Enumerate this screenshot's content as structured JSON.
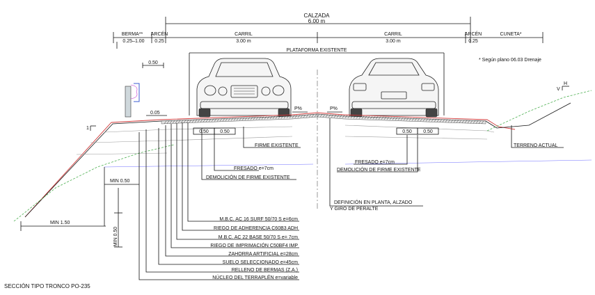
{
  "header": {
    "calzada": "CALZADA",
    "calzada_width": "6.00 m",
    "berma": "BERMA**",
    "berma_width": "0.25–1.00",
    "arcen_left": "ARCÉN",
    "arcen_left_width": "0.25",
    "carril_left": "CARRIL",
    "carril_left_width": "3.00 m",
    "carril_right": "CARRIL",
    "carril_right_width": "3.00 m",
    "arcen_right": "ARCÉN",
    "arcen_right_width": "0.25",
    "cuneta": "CUNETA*"
  },
  "plataforma": "PLATAFORMA EXISTENTE",
  "note": "* Según plano 06.03 Drenaje",
  "dims": {
    "d050_top": "0.50",
    "d005": "0.05",
    "left_050_a": "0.50",
    "left_050_b": "0.50",
    "right_050_a": "0.50",
    "right_050_b": "0.50",
    "slope_one": "1",
    "slope_right_v": "V",
    "slope_right_h": "H",
    "pct_left": "P%",
    "pct_right": "P%",
    "min_050_a": "MIN 0.50",
    "min_150": "MIN 1.50",
    "min_050_b": "MIN 0.50"
  },
  "labels": {
    "firme_existente": "FIRME EXISTENTE",
    "fresado_left": "FRESADO e=7cm",
    "demolicion_left": "DEMOLICIÓN DE FIRME EXISTENTE",
    "fresado_right": "FRESADO e=7cm",
    "demolicion_right": "DEMOLICIÓN DE FIRME EXISTENTE",
    "terreno_actual": "TERRENO ACTUAL",
    "definicion_1": "DEFINICIÓN EN PLANTA, ALZADO",
    "definicion_2": "Y GIRO DE PERALTE"
  },
  "layers": [
    "M.B.C. AC 16 SURF 50/70 S e=6cm",
    "RIEGO DE ADHERENCIA C60B3 ADH",
    "M.B.C. AC 22 BASE 50/70 S e= 7cm",
    "RIEGO DE IMPRIMACIÓN C50BF4 IMP",
    "ZAHORRA ARTIFICIAL e=28cm",
    "SUELO SELECCIONADO e=45cm",
    "RELLENO DE BERMAS (Z.A.)",
    "NÚCLEO DEL TERRAPLÉN e=variable"
  ],
  "caption": "SECCIÓN TIPO TRONCO PO-235"
}
